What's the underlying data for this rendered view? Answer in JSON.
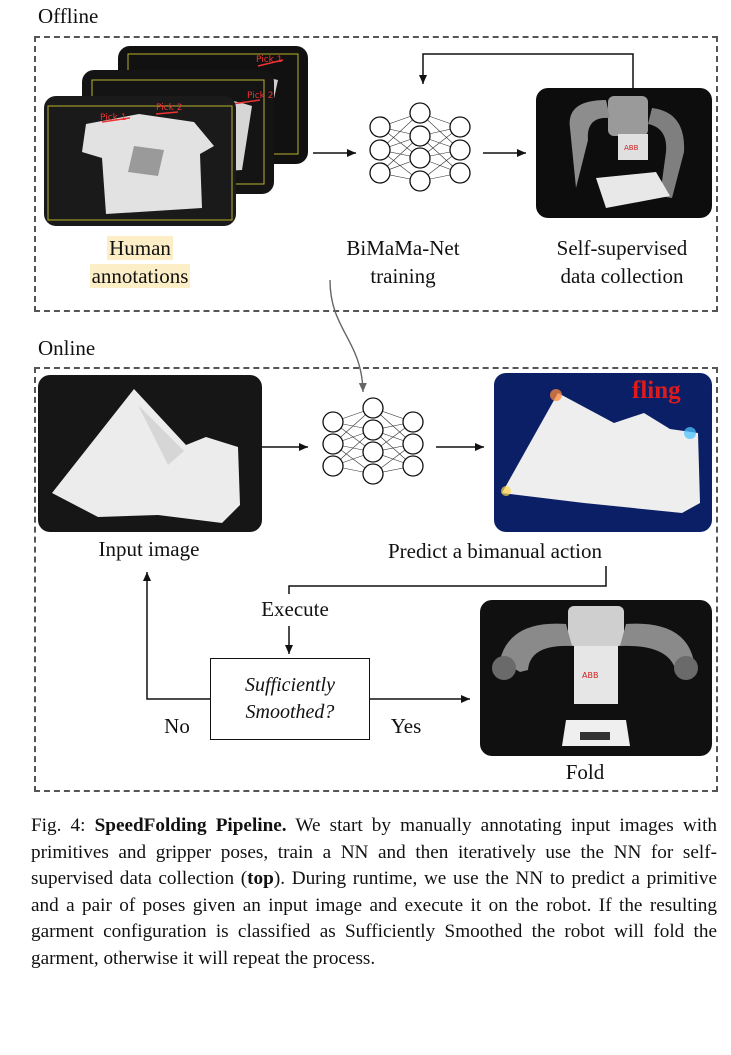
{
  "sections": {
    "offline": "Offline",
    "online": "Online"
  },
  "offline": {
    "annotation_card_labels": [
      "Pick 1",
      "Pick 2",
      "Pick 1",
      "Pick 2"
    ],
    "human_line1": "Human",
    "human_line2": "annotations",
    "net_line1": "BiMaMa-Net",
    "net_line2": "training",
    "robot_line1": "Self-supervised",
    "robot_line2": "data collection",
    "robot_logo": "ABB"
  },
  "online": {
    "input_label": "Input image",
    "predict_label": "Predict a bimanual action",
    "fling_text": "fling",
    "execute_label": "Execute",
    "decision_line1": "Sufficiently",
    "decision_line2": "Smoothed?",
    "no_label": "No",
    "yes_label": "Yes",
    "fold_label": "Fold",
    "fold_logo": "ABB"
  },
  "caption": {
    "prefix": "Fig. 4: ",
    "title": "SpeedFolding Pipeline.",
    "text1": " We start by manually annotating input images with primitives and gripper poses, train a NN and then iteratively use the NN for self-supervised data collection (",
    "bold_word": "top",
    "text2": "). During runtime, we use the NN to predict a primitive and a pair of poses given an input image and execute it on the robot. If the resulting garment configuration is classified as Sufficiently Smoothed the robot will fold the garment, otherwise it will repeat the process."
  }
}
